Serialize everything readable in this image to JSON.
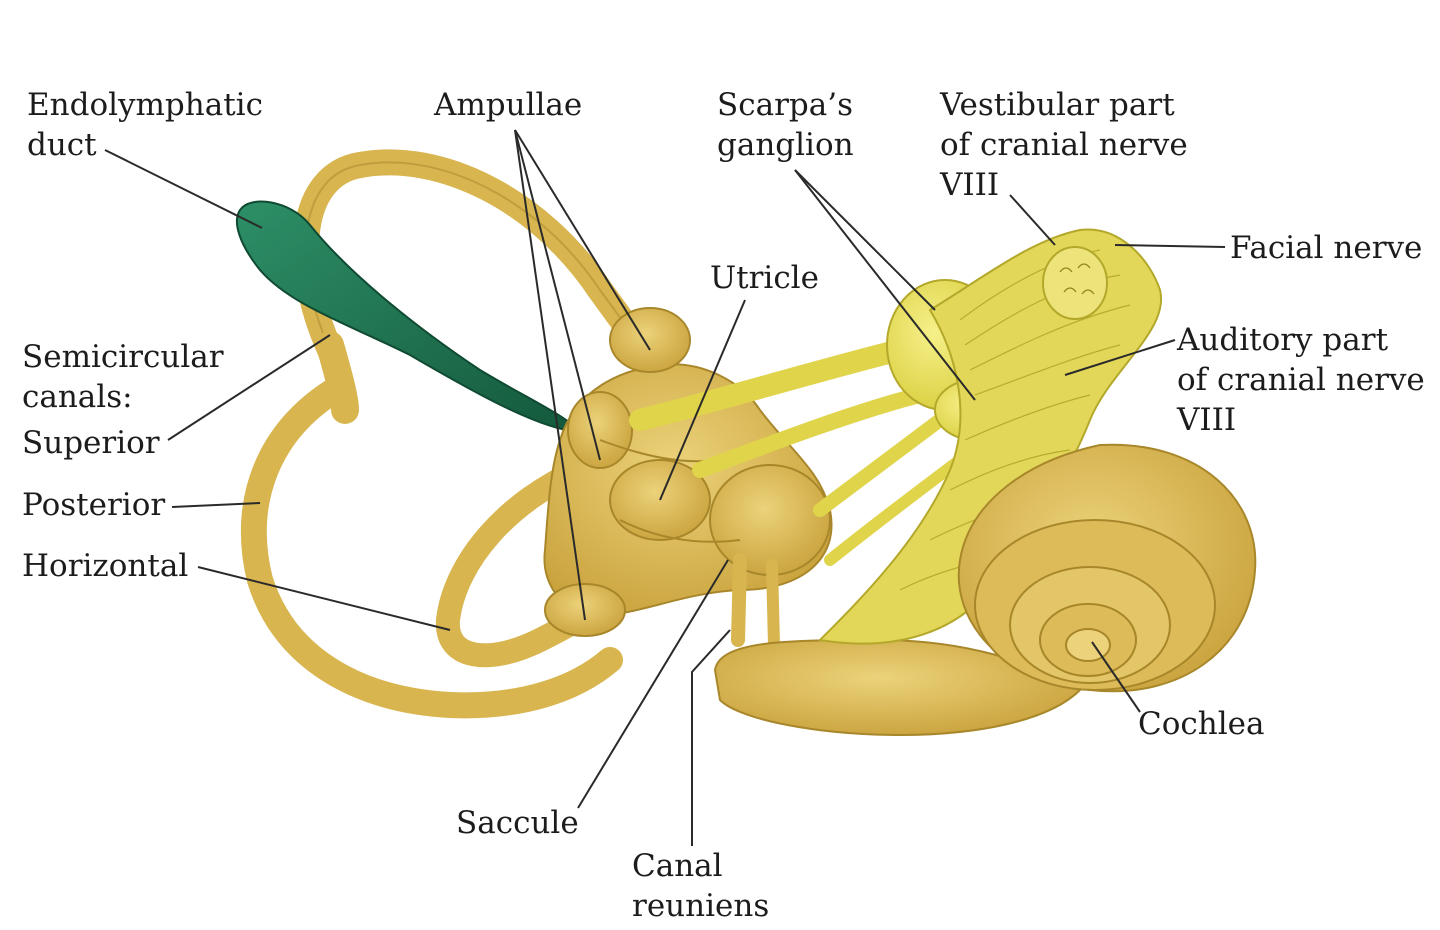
{
  "labels": {
    "endolymphatic_duct": [
      "Endolymphatic",
      "duct"
    ],
    "ampullae": "Ampullae",
    "scarpas_ganglion": [
      "Scarpa’s",
      "ganglion"
    ],
    "vestibular_part": [
      "Vestibular part",
      "of cranial nerve",
      "VIII"
    ],
    "facial_nerve": "Facial nerve",
    "utricle": "Utricle",
    "semicircular_canals": [
      "Semicircular",
      "canals:"
    ],
    "superior": "Superior",
    "posterior": "Posterior",
    "horizontal": "Horizontal",
    "auditory_part": [
      "Auditory part",
      "of cranial nerve",
      "VIII"
    ],
    "cochlea": "Cochlea",
    "saccule": "Saccule",
    "canal_reuniens": [
      "Canal",
      "reuniens"
    ]
  },
  "colors": {
    "labyrinth": "#d8b54f",
    "labyrinth_dark": "#a8872b",
    "ganglion": "#e7e15a",
    "endolymphatic_sac": "#1f7a55",
    "leader": "#2a2a2a"
  }
}
